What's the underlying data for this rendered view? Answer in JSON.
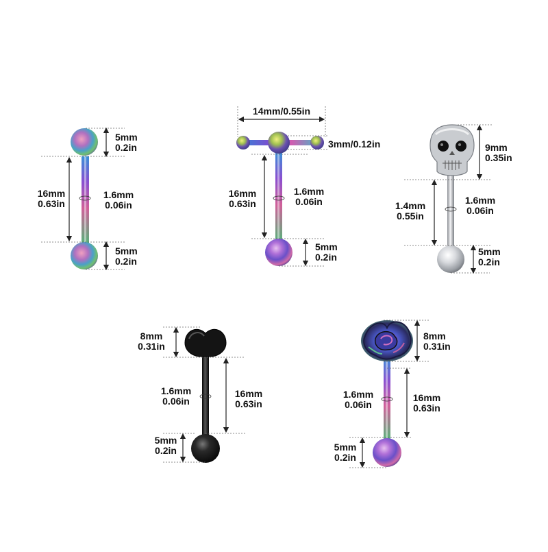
{
  "barbells": [
    {
      "kind": "textured balls",
      "ball_top": [
        "5mm",
        "0.2in"
      ],
      "length": [
        "16mm",
        "0.63in"
      ],
      "gauge": [
        "1.6mm",
        "0.06in"
      ],
      "ball_bottom": [
        "5mm",
        "0.2in"
      ]
    },
    {
      "kind": "t-bar",
      "width": "14mm/0.55in",
      "side_ball": "3mm/0.12in",
      "length": [
        "16mm",
        "0.63in"
      ],
      "gauge": [
        "1.6mm",
        "0.06in"
      ],
      "ball_bottom": [
        "5mm",
        "0.2in"
      ]
    },
    {
      "kind": "skull",
      "top": [
        "9mm",
        "0.35in"
      ],
      "length": [
        "1.4mm",
        "0.55in"
      ],
      "gauge": [
        "1.6mm",
        "0.06in"
      ],
      "ball_bottom": [
        "5mm",
        "0.2in"
      ]
    },
    {
      "kind": "black heart",
      "top": [
        "8mm",
        "0.31in"
      ],
      "gauge": [
        "1.6mm",
        "0.06in"
      ],
      "length": [
        "16mm",
        "0.63in"
      ],
      "ball_bottom": [
        "5mm",
        "0.2in"
      ]
    },
    {
      "kind": "rose",
      "top": [
        "8mm",
        "0.31in"
      ],
      "gauge": [
        "1.6mm",
        "0.06in"
      ],
      "length": [
        "16mm",
        "0.63in"
      ],
      "ball_bottom": [
        "5mm",
        "0.2in"
      ]
    }
  ],
  "colors": {
    "rainbow": [
      "#2f8fd8",
      "#6a4fd0",
      "#c24fb8",
      "#e0a040",
      "#58c070"
    ],
    "silver": "#c9ccd0",
    "black": "#1a1a1a",
    "dimension_line": "#555555"
  }
}
